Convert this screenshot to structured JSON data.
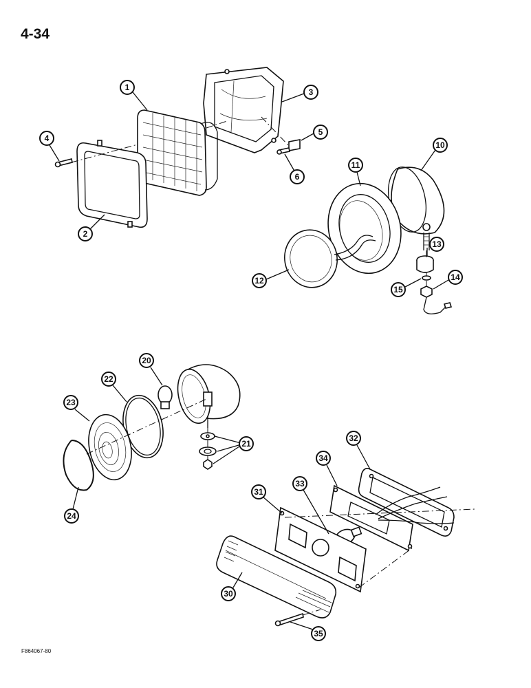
{
  "page": {
    "page_number": "4-34",
    "figure_code": "F864067-80"
  },
  "callouts": [
    {
      "label": "1",
      "part": "sealed-beam-lamp"
    },
    {
      "label": "2",
      "part": "headlamp-retaining-ring"
    },
    {
      "label": "3",
      "part": "headlamp-housing"
    },
    {
      "label": "4",
      "part": "screw"
    },
    {
      "label": "5",
      "part": "clip"
    },
    {
      "label": "6",
      "part": "screw"
    },
    {
      "label": "10",
      "part": "work-lamp-housing"
    },
    {
      "label": "11",
      "part": "lamp-retaining-rim"
    },
    {
      "label": "12",
      "part": "sealed-beam-lamp"
    },
    {
      "label": "13",
      "part": "spacer"
    },
    {
      "label": "14",
      "part": "nut"
    },
    {
      "label": "15",
      "part": "washer"
    },
    {
      "label": "20",
      "part": "bulb"
    },
    {
      "label": "21",
      "part": "mounting-hardware"
    },
    {
      "label": "22",
      "part": "gasket"
    },
    {
      "label": "23",
      "part": "lens"
    },
    {
      "label": "24",
      "part": "retaining-ring"
    },
    {
      "label": "30",
      "part": "lens"
    },
    {
      "label": "31",
      "part": "gasket"
    },
    {
      "label": "32",
      "part": "gasket"
    },
    {
      "label": "33",
      "part": "bulb"
    },
    {
      "label": "34",
      "part": "lamp-base"
    },
    {
      "label": "35",
      "part": "screw"
    }
  ]
}
